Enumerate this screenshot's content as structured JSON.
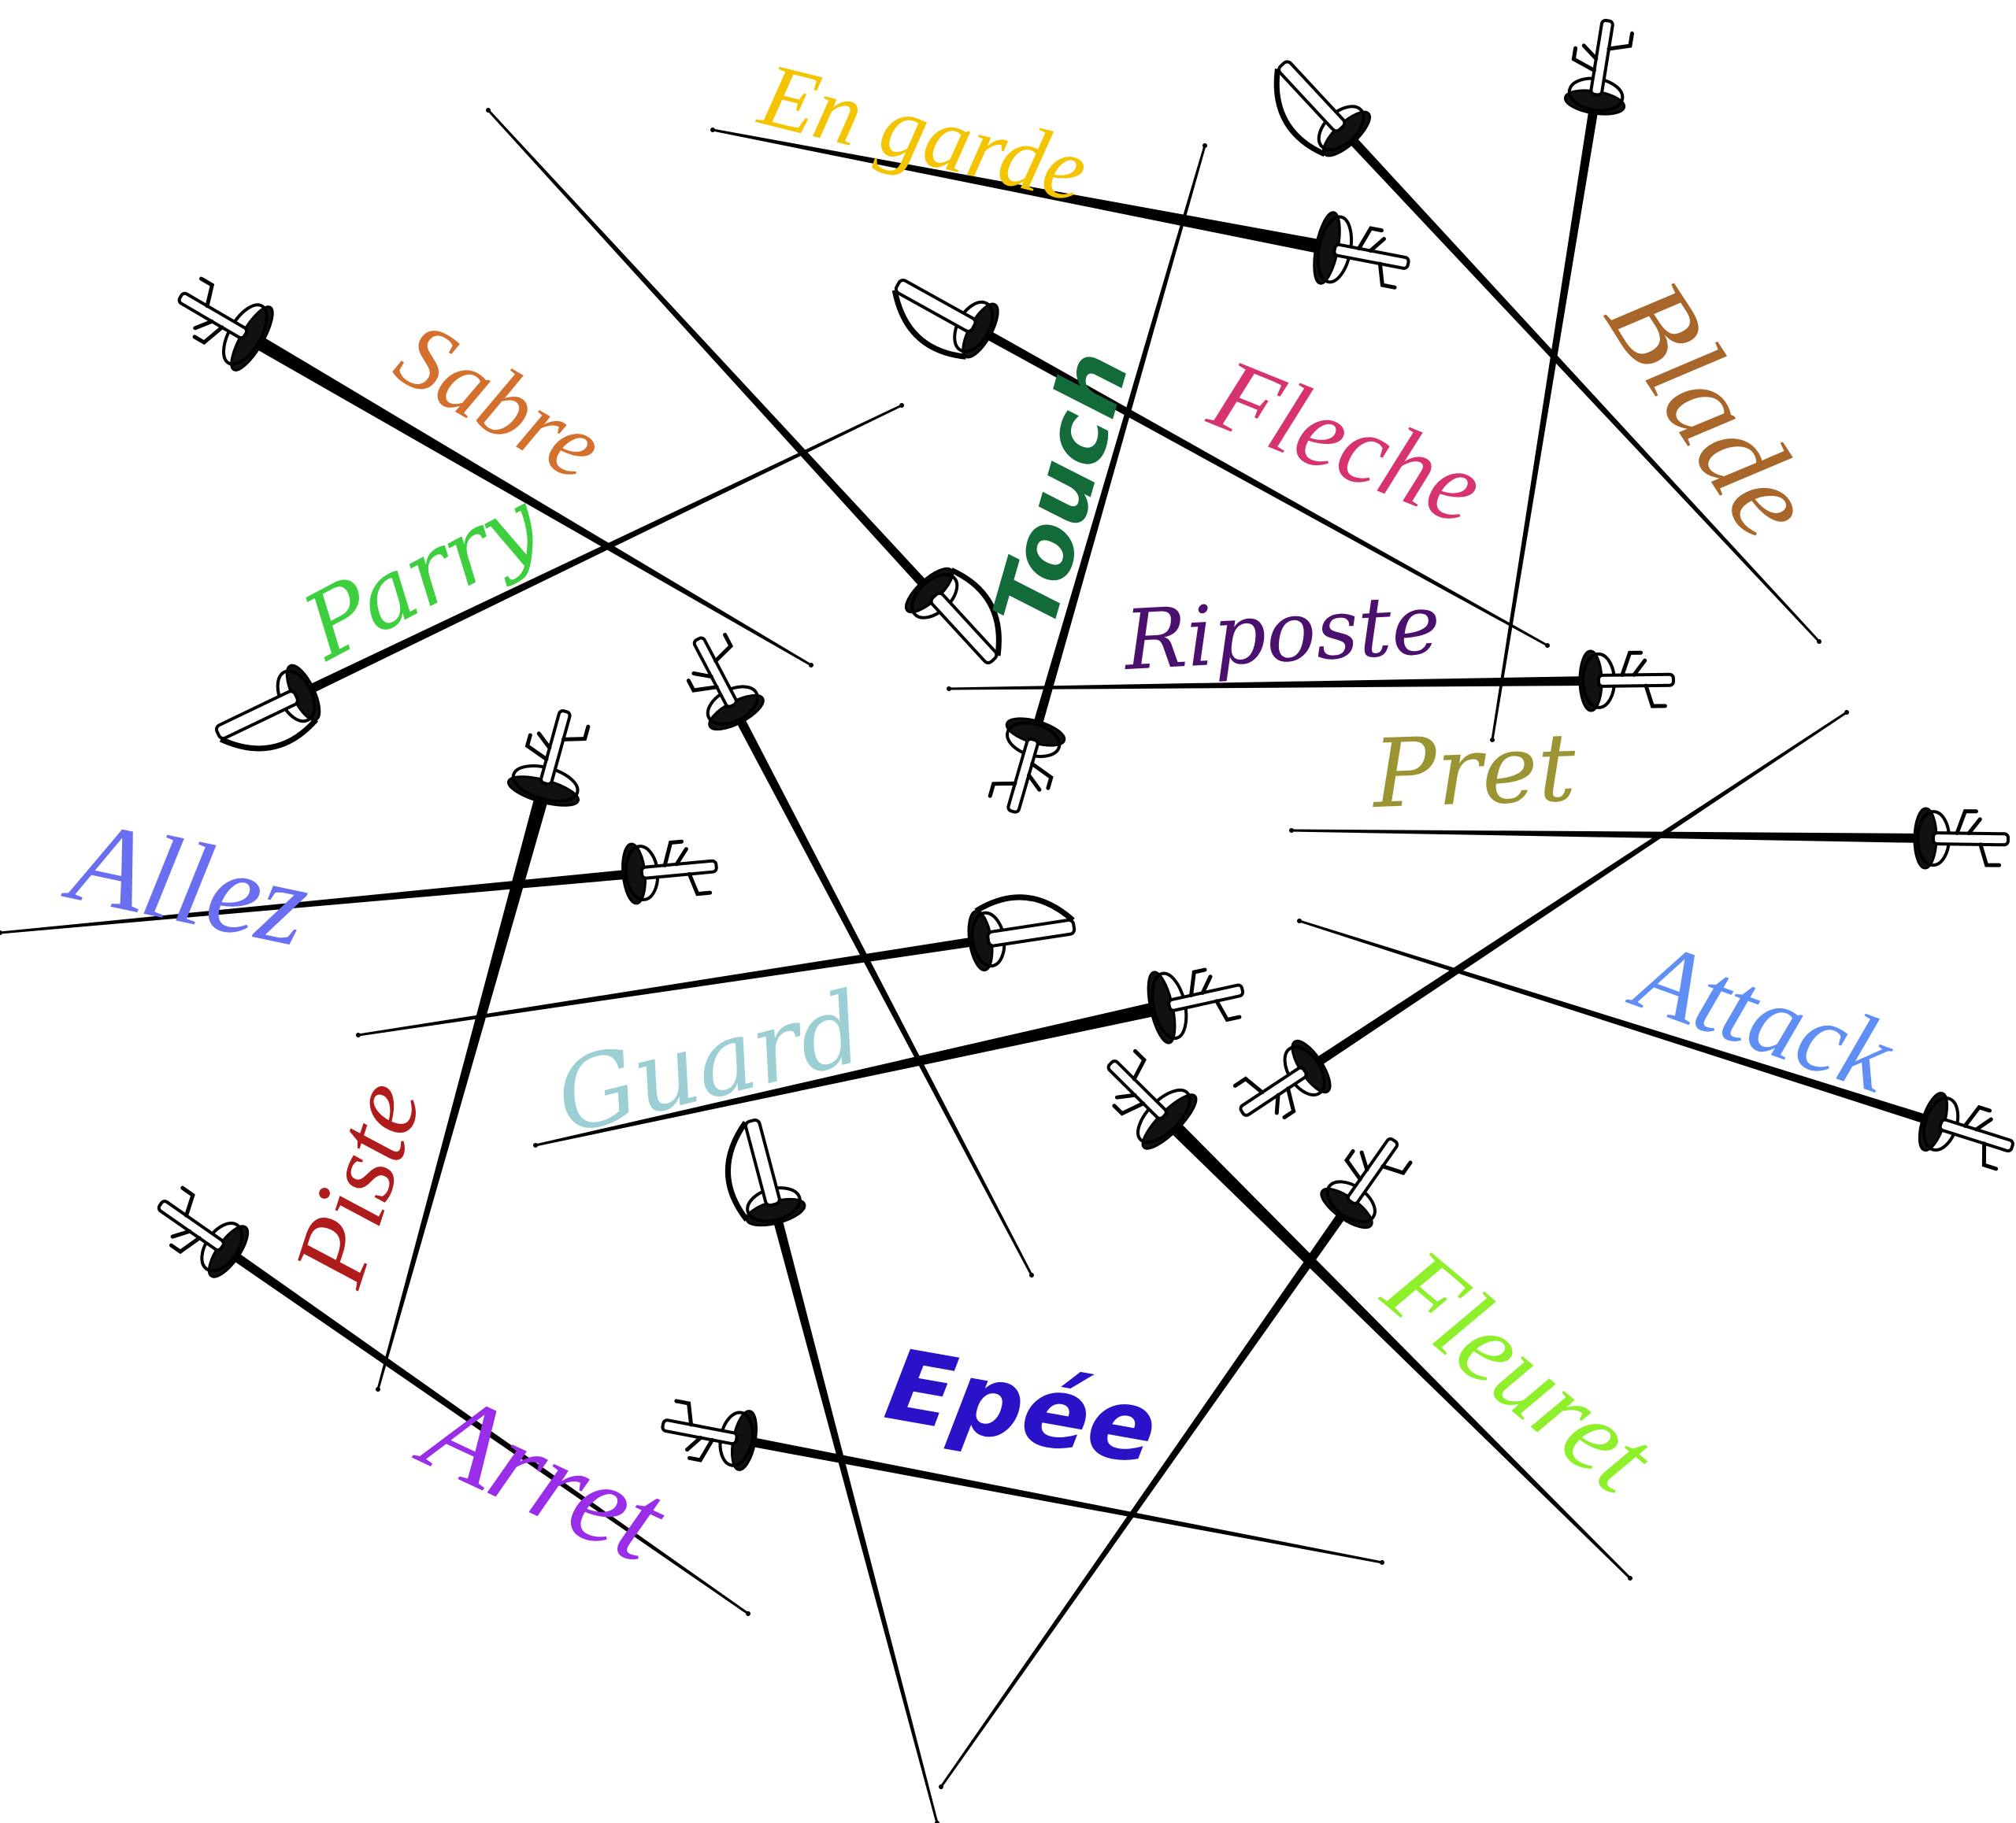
{
  "swords": [
    {
      "id": "s1",
      "style": "epee"
    },
    {
      "id": "s2",
      "style": "sabre"
    },
    {
      "id": "s3",
      "style": "foil"
    },
    {
      "id": "s4",
      "style": "sabre"
    },
    {
      "id": "s5",
      "style": "foil"
    },
    {
      "id": "s6",
      "style": "sabre"
    },
    {
      "id": "s7",
      "style": "epee"
    },
    {
      "id": "s8",
      "style": "sabre"
    },
    {
      "id": "s9",
      "style": "foil"
    },
    {
      "id": "s10",
      "style": "foil"
    },
    {
      "id": "s11",
      "style": "epee"
    },
    {
      "id": "s12",
      "style": "foil"
    },
    {
      "id": "s13",
      "style": "foil"
    },
    {
      "id": "s14",
      "style": "sabre"
    },
    {
      "id": "s15",
      "style": "foil"
    },
    {
      "id": "s16",
      "style": "foil"
    },
    {
      "id": "s17",
      "style": "epee"
    },
    {
      "id": "s18",
      "style": "epee"
    },
    {
      "id": "s19",
      "style": "sabre"
    },
    {
      "id": "s20",
      "style": "foil"
    },
    {
      "id": "s21",
      "style": "foil"
    },
    {
      "id": "s22",
      "style": "foil"
    },
    {
      "id": "s23",
      "style": "epee"
    },
    {
      "id": "s24",
      "style": "epee"
    }
  ],
  "words": [
    {
      "key": "en_garde",
      "text": "En garde",
      "color": "#f5c400"
    },
    {
      "key": "sabre",
      "text": "Sabre",
      "color": "#d4702e"
    },
    {
      "key": "blade",
      "text": "Blade",
      "color": "#a8662a"
    },
    {
      "key": "fleche",
      "text": "Fleche",
      "color": "#d6336f"
    },
    {
      "key": "touch",
      "text": "Touch",
      "color": "#146b3a"
    },
    {
      "key": "parry",
      "text": "Parry",
      "color": "#3ecf3e"
    },
    {
      "key": "riposte",
      "text": "Riposte",
      "color": "#4b0f6e"
    },
    {
      "key": "pret",
      "text": "Pret",
      "color": "#9a9433"
    },
    {
      "key": "allez",
      "text": "Allez",
      "color": "#6a6ef0"
    },
    {
      "key": "attack",
      "text": "Attack",
      "color": "#5f8ef5"
    },
    {
      "key": "guard",
      "text": "Guard",
      "color": "#9ccfd3"
    },
    {
      "key": "piste",
      "text": "Piste",
      "color": "#b01c1c"
    },
    {
      "key": "arret",
      "text": "Arret",
      "color": "#9a2ee8"
    },
    {
      "key": "epee",
      "text": "Epée",
      "color": "#2a12c9"
    },
    {
      "key": "fleuret",
      "text": "Fleuret",
      "color": "#8ef02a"
    }
  ]
}
